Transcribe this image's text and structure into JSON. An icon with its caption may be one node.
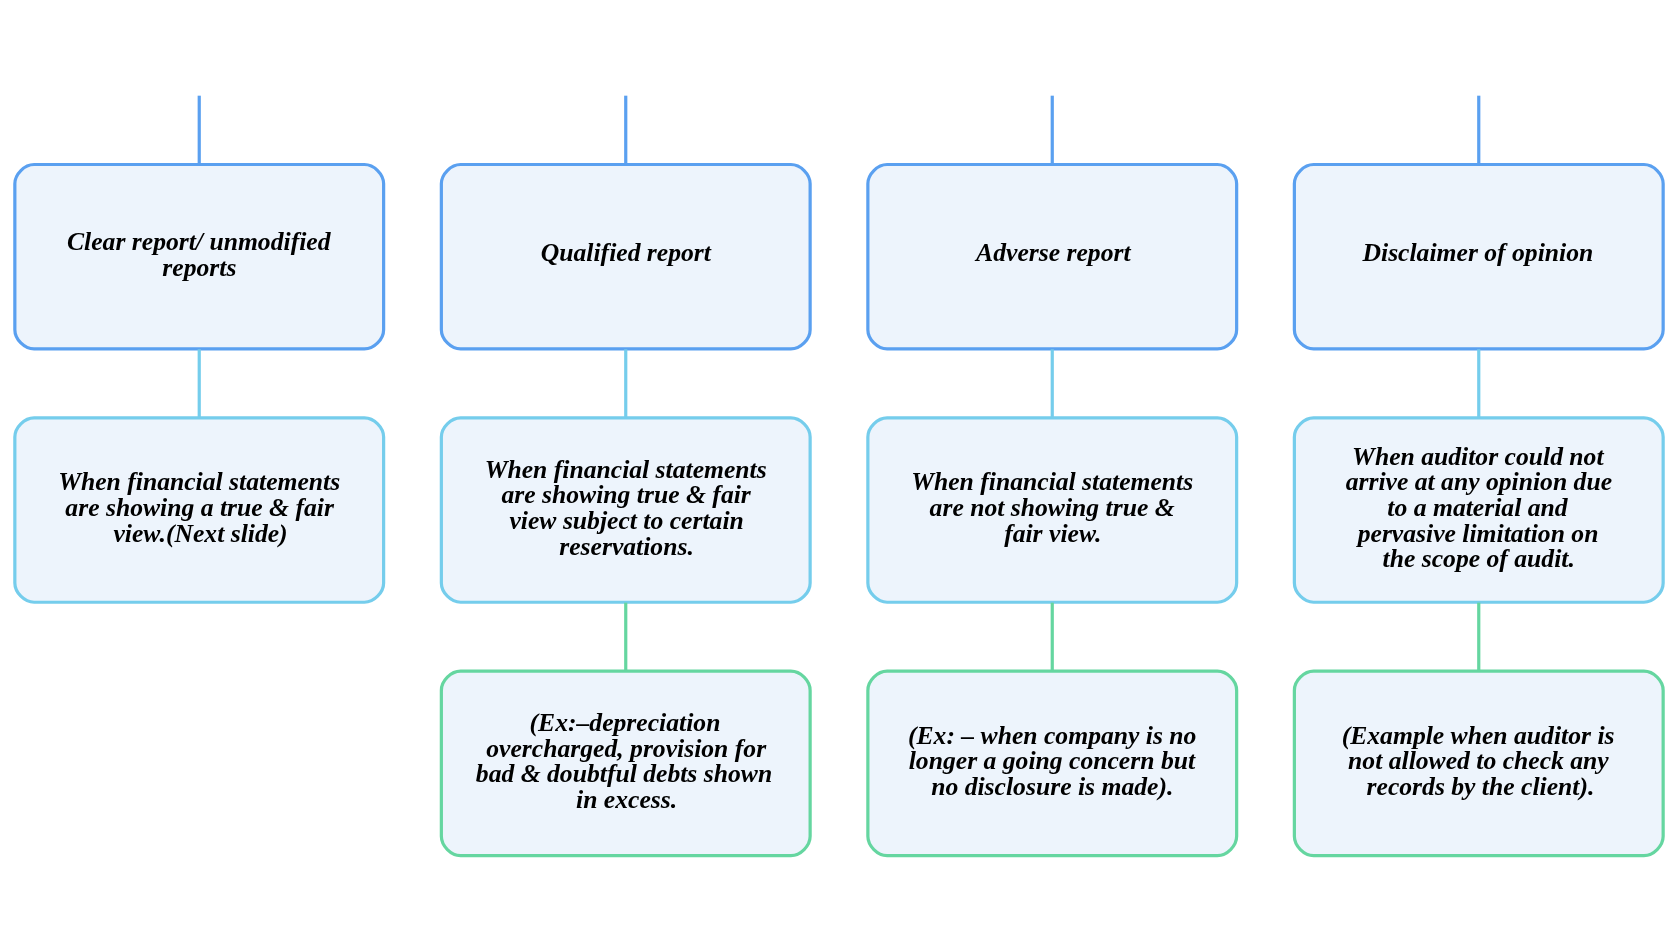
{
  "diagram": {
    "nodes": [
      {
        "text": [
          "Clear report/ unmodified reports"
        ]
      },
      {
        "text": [
          "Qualified report"
        ]
      },
      {
        "text": [
          "Adverse report"
        ]
      },
      {
        "text": [
          "Disclaimer of opinion"
        ]
      },
      {
        "text": [
          "When financial statements are showing a true & fair view.(Next slide)"
        ]
      },
      {
        "text": [
          "When financial statements are showing true & fair view subject to certain reservations."
        ]
      },
      {
        "text": [
          "When financial statements are not showing true & fair view."
        ]
      },
      {
        "text": [
          "When auditor could not arrive at any opinion due to a material and pervasive limitation on the scope of audit."
        ]
      },
      {
        "text": [
          "(Ex:–depreciation overcharged, provision for bad & doubtful debts shown in excess."
        ]
      },
      {
        "text": [
          "(Ex: – when company is no longer a going concern but no disclosure is made)."
        ]
      },
      {
        "text": [
          "(Example when auditor is not allowed to check any records by the client)."
        ]
      }
    ],
    "edges": [
      {
        "from": null,
        "to": 0,
        "arrow": "none"
      },
      {
        "from": null,
        "to": 1,
        "arrow": "none"
      },
      {
        "from": null,
        "to": 2,
        "arrow": "none"
      },
      {
        "from": null,
        "to": 3,
        "arrow": "none"
      },
      {
        "from": 0,
        "to": 4,
        "arrow": "none"
      },
      {
        "from": 1,
        "to": 5,
        "arrow": "none"
      },
      {
        "from": 2,
        "to": 6,
        "arrow": "none"
      },
      {
        "from": 3,
        "to": 7,
        "arrow": "none"
      },
      {
        "from": 5,
        "to": 8,
        "arrow": "none"
      },
      {
        "from": 6,
        "to": 9,
        "arrow": "none"
      },
      {
        "from": 7,
        "to": 10,
        "arrow": "none"
      }
    ]
  }
}
